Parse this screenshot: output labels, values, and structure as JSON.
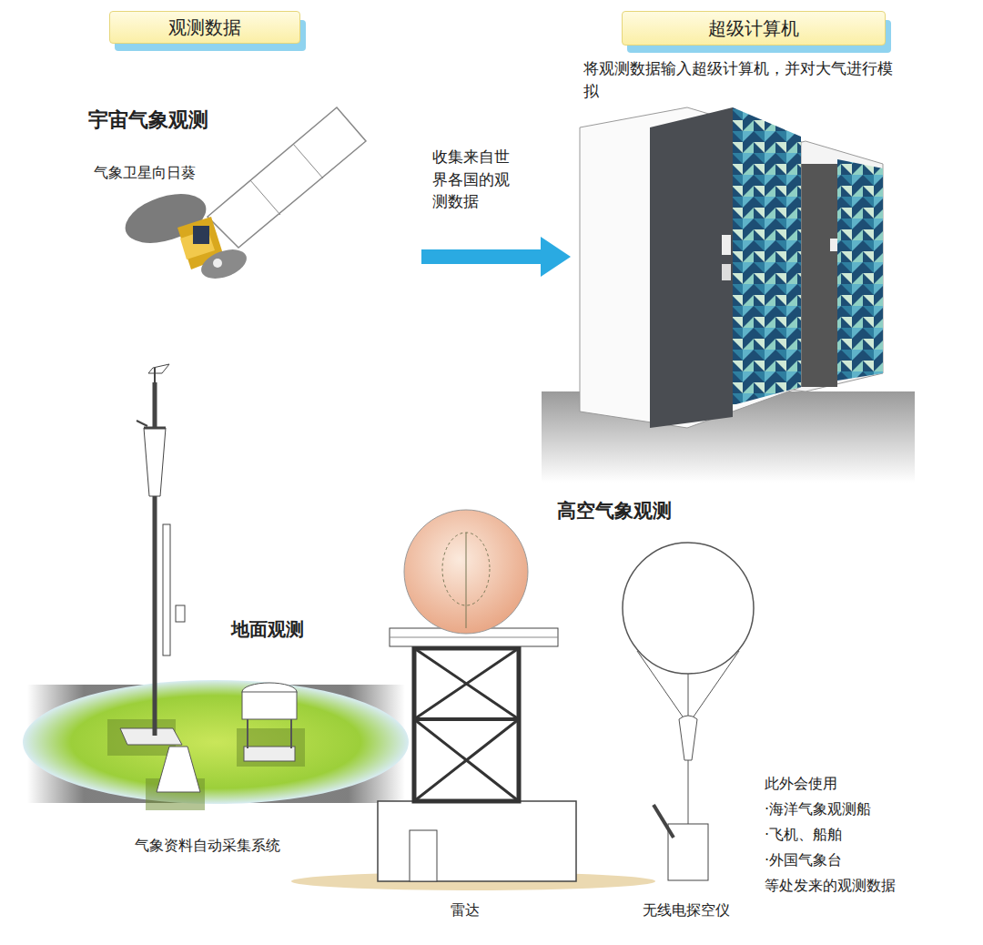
{
  "diagram": {
    "nodes": [
      {
        "text": [
          "观测数据"
        ]
      },
      {
        "text": [
          "超级计算机"
        ]
      }
    ],
    "labels": [
      "宇宙气象观测",
      "气象卫星向日葵",
      "收集来自世界各国的观测数据",
      "将观测数据输入超级计算机，并对大气进行模拟",
      "地面观测",
      "高空气象观测",
      "气象资料自动采集系统",
      "雷达",
      "无线电探空仪",
      "此外会使用",
      "·海洋气象观测船",
      "·飞机、船舶",
      "·外国气象台",
      "等处发来的观测数据"
    ]
  }
}
